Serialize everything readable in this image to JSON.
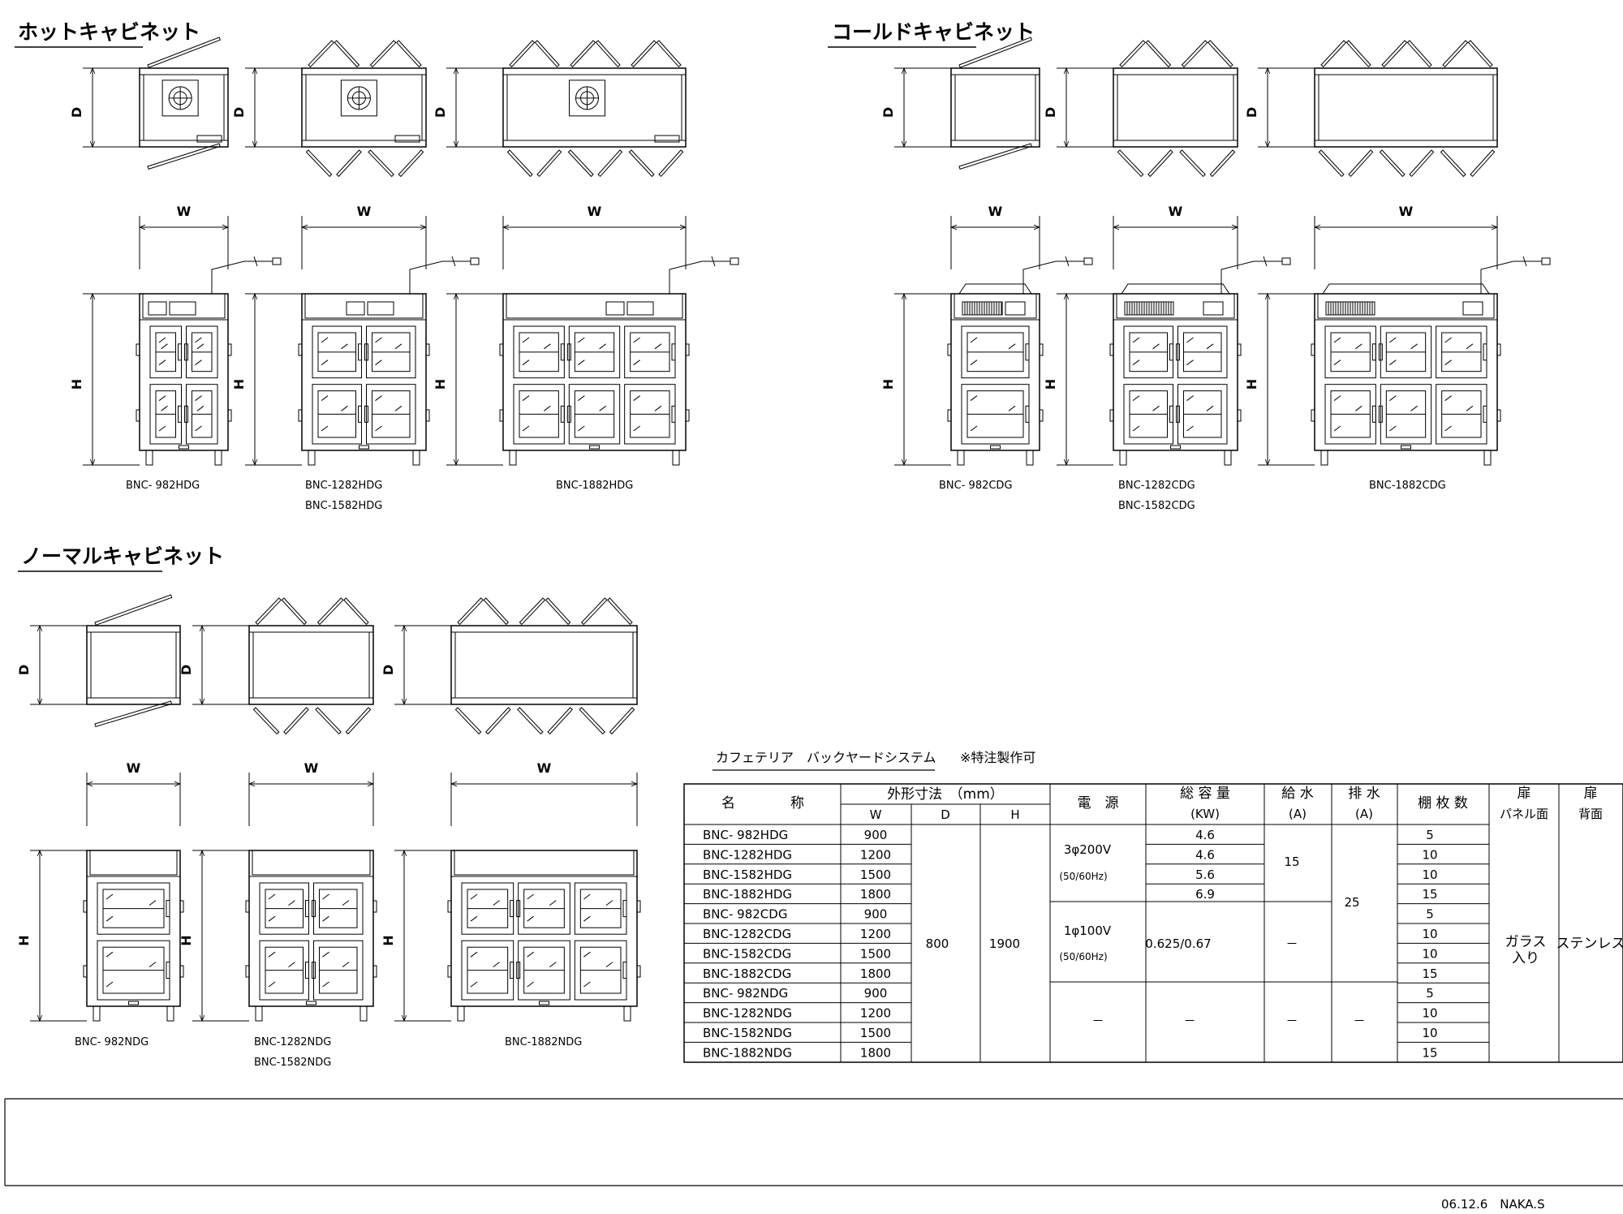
{
  "sections": {
    "hot": "ホットキャビネット",
    "cold": "コールドキャビネット",
    "normal": "ノーマルキャビネット"
  },
  "dim_labels": {
    "depth": "D",
    "width": "W",
    "height": "H"
  },
  "models": {
    "hot": [
      [
        "BNC- 982HDG"
      ],
      [
        "BNC-1282HDG",
        "BNC-1582HDG"
      ],
      [
        "BNC-1882HDG"
      ]
    ],
    "cold": [
      [
        "BNC- 982CDG"
      ],
      [
        "BNC-1282CDG",
        "BNC-1582CDG"
      ],
      [
        "BNC-1882CDG"
      ]
    ],
    "normal": [
      [
        "BNC- 982NDG"
      ],
      [
        "BNC-1282NDG",
        "BNC-1582NDG"
      ],
      [
        "BNC-1882NDG"
      ]
    ]
  },
  "table": {
    "caption": "カフェテリア　バックヤードシステム",
    "note": "※特注製作可",
    "headers": {
      "name": "名　　　　称",
      "dims": "外形寸法　（mm）",
      "w": "W",
      "d": "D",
      "h": "H",
      "power": "電　源",
      "capacity": "総 容 量",
      "capacity_unit": "(KW)",
      "water_in": "給 水",
      "water_in_unit": "(A)",
      "drain": "排 水",
      "drain_unit": "(A)",
      "shelves": "棚 枚 数",
      "door": "扉",
      "door_panel": "パネル面",
      "back": "扉",
      "back_sub": "背面"
    },
    "rows": [
      {
        "name": "BNC- 982HDG",
        "w": "900",
        "shelves": "5"
      },
      {
        "name": "BNC-1282HDG",
        "w": "1200",
        "shelves": "10"
      },
      {
        "name": "BNC-1582HDG",
        "w": "1500",
        "shelves": "10"
      },
      {
        "name": "BNC-1882HDG",
        "w": "1800",
        "shelves": "15"
      },
      {
        "name": "BNC- 982CDG",
        "w": "900",
        "shelves": "5"
      },
      {
        "name": "BNC-1282CDG",
        "w": "1200",
        "shelves": "10"
      },
      {
        "name": "BNC-1582CDG",
        "w": "1500",
        "shelves": "10"
      },
      {
        "name": "BNC-1882CDG",
        "w": "1800",
        "shelves": "15"
      },
      {
        "name": "BNC- 982NDG",
        "w": "900",
        "shelves": "5"
      },
      {
        "name": "BNC-1282NDG",
        "w": "1200",
        "shelves": "10"
      },
      {
        "name": "BNC-1582NDG",
        "w": "1500",
        "shelves": "10"
      },
      {
        "name": "BNC-1882NDG",
        "w": "1800",
        "shelves": "15"
      }
    ],
    "d_value": "800",
    "h_value": "1900",
    "power": {
      "hot": "3φ200V",
      "hot_sub": "(50/60Hz)",
      "cold": "1φ100V",
      "cold_sub": "(50/60Hz)",
      "normal": "－"
    },
    "capacity": {
      "hot": [
        "4.6",
        "4.6",
        "5.6",
        "6.9"
      ],
      "cold": "0.625/0.67",
      "normal": "－"
    },
    "water_in": {
      "hot": "15",
      "cold": "－",
      "normal": "－"
    },
    "drain": {
      "hotcold": "25",
      "normal": "－"
    },
    "door_panel": [
      "ガラス",
      "入り"
    ],
    "back_value": "ステンレス"
  },
  "footer": "06.12.6　NAKA.S"
}
